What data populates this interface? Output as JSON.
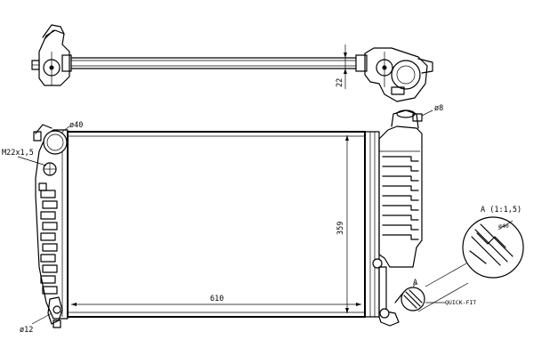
{
  "labels": {
    "dim_width": "610",
    "dim_height": "359",
    "dim_thickness": "22",
    "dia_inlet": "ø40",
    "dia_top_right": "ø8",
    "thread": "M22x1,5",
    "dia_bottom_left": "ø12",
    "detail_marker": "A",
    "detail_title": "A (1:1,5)",
    "detail_dia": "ø40",
    "quick_fit": "QUICK-FIT"
  }
}
